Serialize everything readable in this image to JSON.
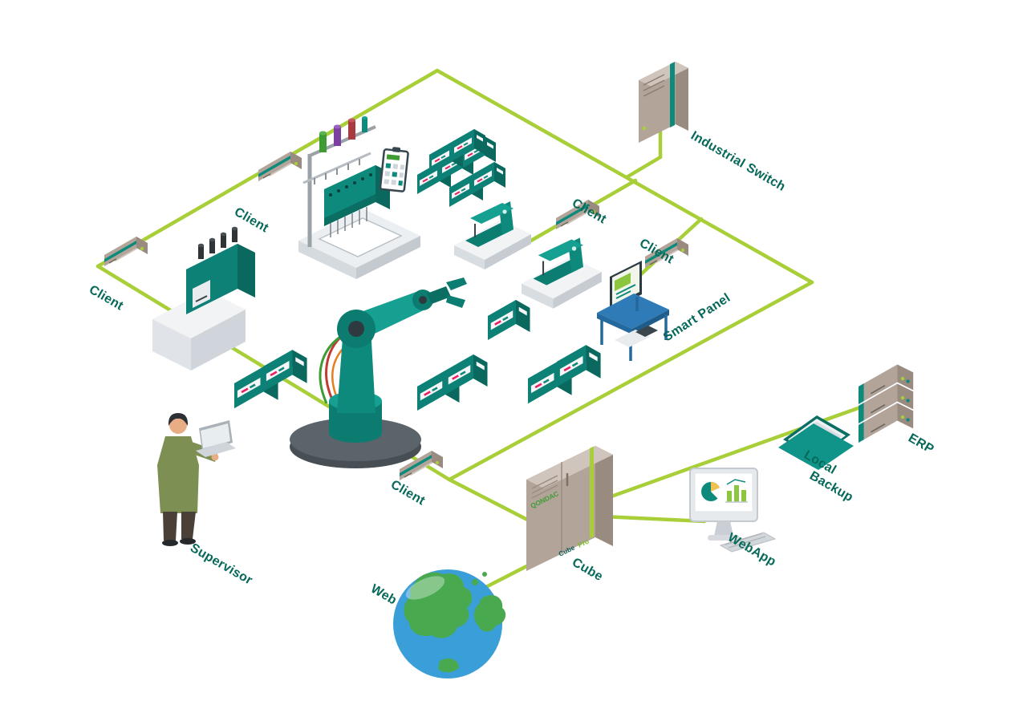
{
  "diagram": {
    "background": "#ffffff",
    "colors": {
      "network_line": "#a8ce38",
      "label_text": "#07695a",
      "machine_teal": "#0e8a7d",
      "cabinet_beige": "#b3a49a",
      "desk_blue": "#2e7bb8",
      "globe_blue": "#3a9fd8",
      "globe_green": "#49a94f"
    },
    "labels": {
      "industrial_switch": "Industrial Switch",
      "client_top_left": "Client",
      "client_left": "Client",
      "client_right_upper": "Client",
      "client_right_lower": "Client",
      "client_bottom": "Client",
      "smart_panel": "Smart Panel",
      "supervisor": "Supervisor",
      "cube": "Cube",
      "web": "Web",
      "webapp": "WebApp",
      "local_backup_line1": "Local",
      "local_backup_line2": "Backup",
      "erp": "ERP"
    },
    "cube_cabinet": {
      "brand": "QONDAC",
      "model_name": "Cube",
      "model_suffix": "Pro"
    }
  }
}
